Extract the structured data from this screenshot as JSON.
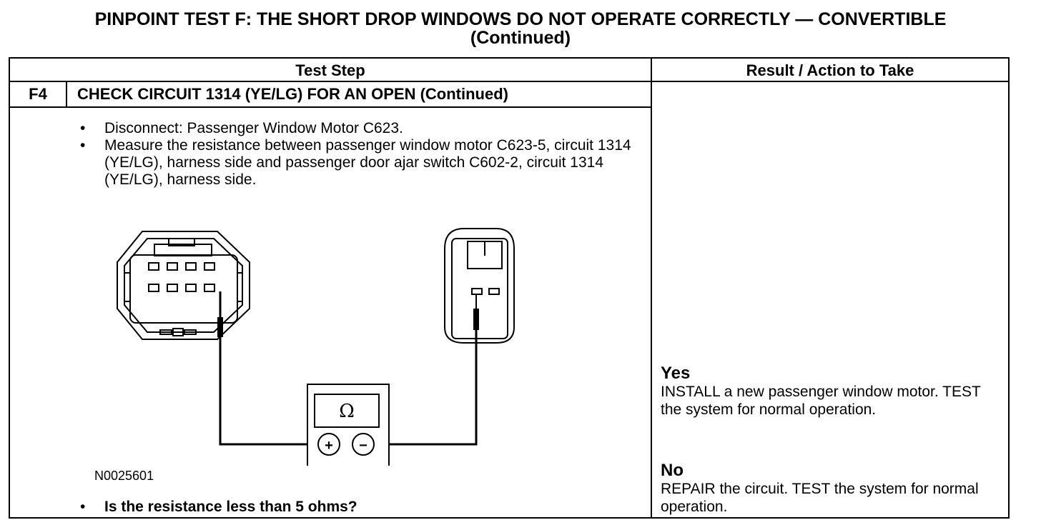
{
  "title": {
    "line1": "PINPOINT TEST  F: THE SHORT DROP WINDOWS DO NOT OPERATE CORRECTLY — CONVERTIBLE",
    "line2": "(Continued)"
  },
  "table": {
    "header_test_step": "Test Step",
    "header_result": "Result / Action to Take",
    "step_id": "F4",
    "step_title": "CHECK CIRCUIT 1314 (YE/LG) FOR AN OPEN (Continued)",
    "instructions": [
      "Disconnect: Passenger Window Motor C623.",
      "Measure the resistance between passenger window motor C623-5, circuit 1314 (YE/LG), harness side and passenger door ajar switch C602-2, circuit 1314 (YE/LG), harness side."
    ],
    "figure_id": "N0025601",
    "meter_symbol": "Ω",
    "meter_plus": "+",
    "meter_minus": "−",
    "question": "Is the resistance less than 5 ohms?",
    "bullet": "•",
    "yes_label": "Yes",
    "yes_text": "INSTALL a new passenger window motor. TEST the system for normal operation.",
    "no_label": "No",
    "no_text": "REPAIR the circuit. TEST the system for normal operation."
  }
}
